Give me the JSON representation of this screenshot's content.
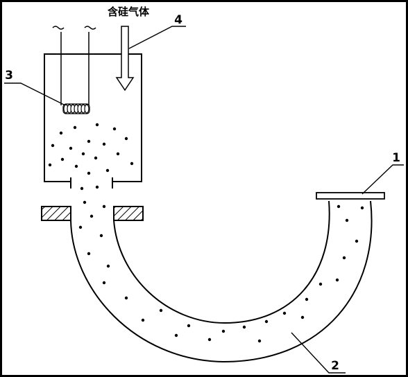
{
  "diagram": {
    "gas_label": "含硅气体",
    "callouts": {
      "substrate": "1",
      "u_tube": "2",
      "heater_coil": "3",
      "gas_inlet": "4"
    },
    "colors": {
      "background": "#ffffff",
      "frame": "#000000",
      "stroke": "#000000"
    }
  }
}
